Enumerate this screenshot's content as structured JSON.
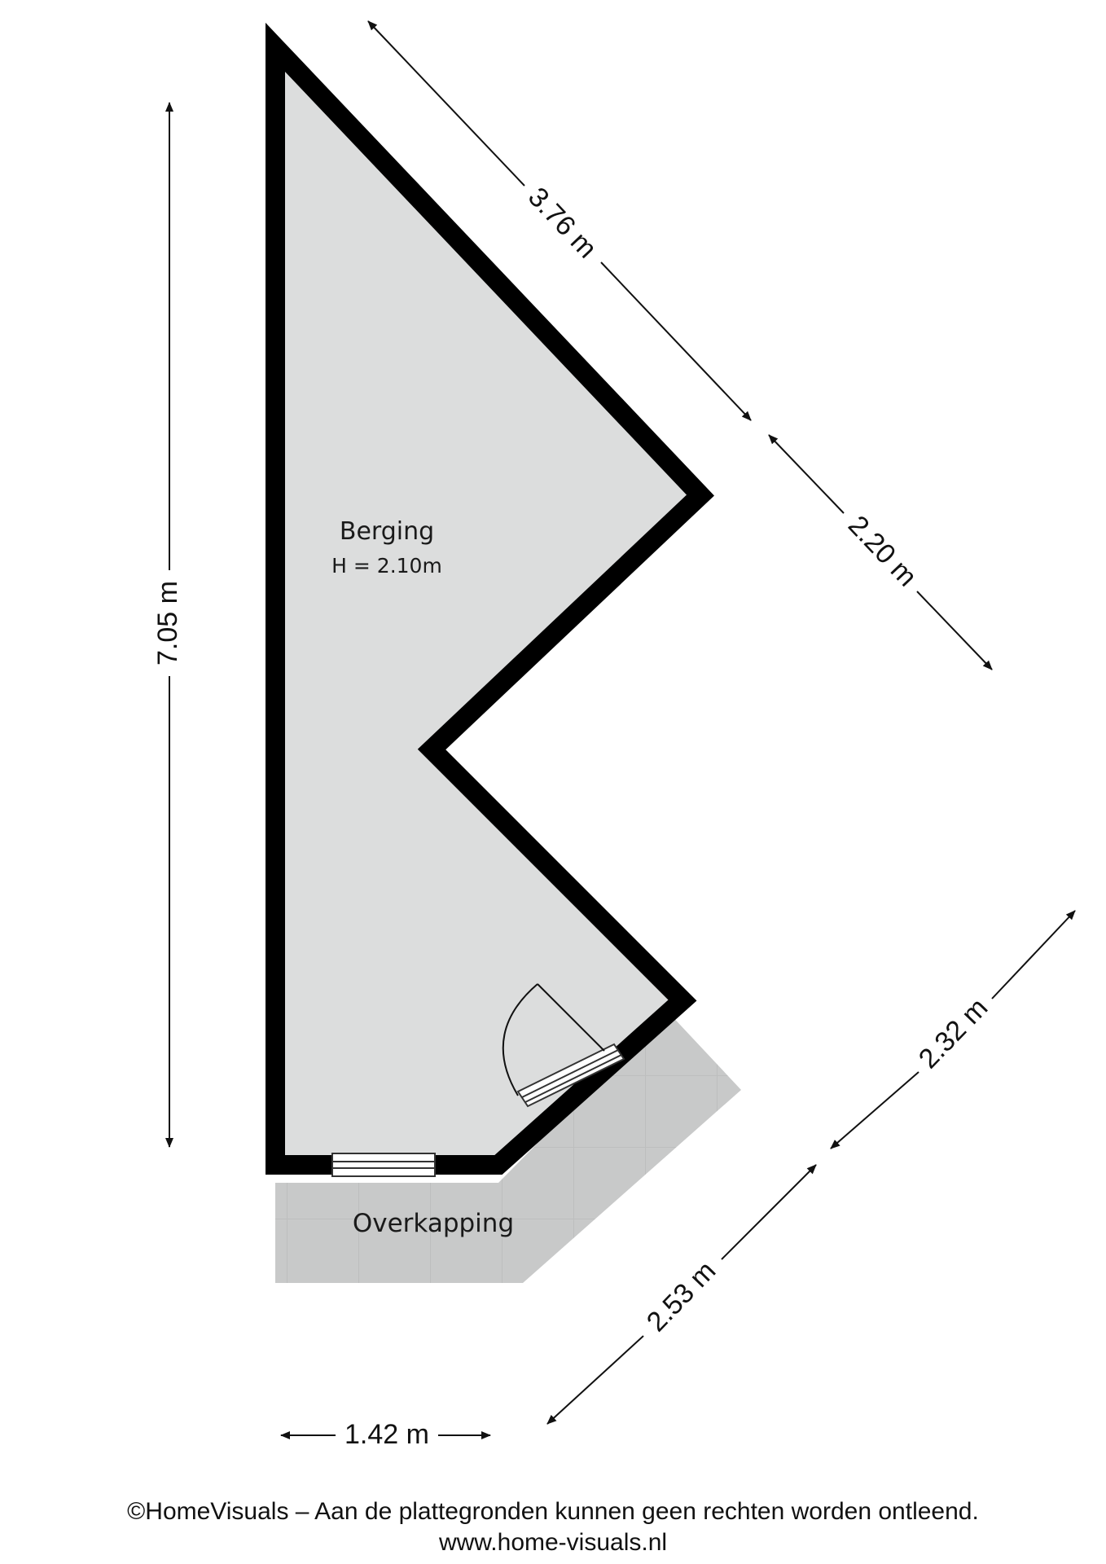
{
  "rooms": [
    {
      "name": "Berging",
      "height_label": "H = 2.10m"
    },
    {
      "name": "Overkapping"
    }
  ],
  "dimensions": {
    "left_height": "7.05 m",
    "top_right": "3.76 m",
    "right_middle": "2.20 m",
    "lower_right": "2.32 m",
    "lower_diagonal": "2.53 m",
    "bottom": "1.42 m"
  },
  "footer": {
    "copyright": "©HomeVisuals – Aan de plattegronden kunnen geen rechten worden ontleend.",
    "website": "www.home-visuals.nl"
  },
  "colors": {
    "wall": "#000000",
    "room_fill": "#dcdddd",
    "overkapping_fill": "#c8c9c9",
    "dimension_line": "#111111"
  }
}
